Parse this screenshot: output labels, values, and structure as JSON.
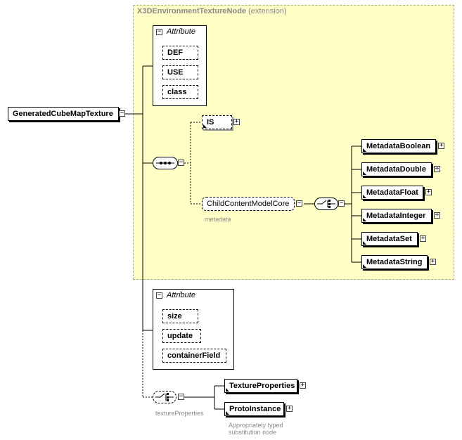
{
  "extension": {
    "name": "X3DEnvironmentTextureNode",
    "suffix": "(extension)"
  },
  "root": {
    "label": "GeneratedCubeMapTexture"
  },
  "attributes_top": {
    "header": "Attribute",
    "items": [
      "DEF",
      "USE",
      "class"
    ]
  },
  "sequence": {
    "is_label": "IS",
    "child_group": {
      "label": "ChildContentModelCore",
      "annotation": "metadata"
    },
    "metadata_items": [
      "MetadataBoolean",
      "MetadataDouble",
      "MetadataFloat",
      "MetadataInteger",
      "MetadataSet",
      "MetadataString"
    ]
  },
  "attributes_bottom": {
    "header": "Attribute",
    "items": [
      "size",
      "update",
      "containerField"
    ]
  },
  "texture_choice": {
    "annotation": "textureProperties",
    "items": [
      "TextureProperties",
      "ProtoInstance"
    ],
    "proto_note_line1": "Appropriately typed",
    "proto_note_line2": "substitution node"
  },
  "icons": {
    "collapse": "minus-box",
    "expand": "plus-box",
    "sequence": "sequence-compositor",
    "choice": "choice-compositor"
  }
}
